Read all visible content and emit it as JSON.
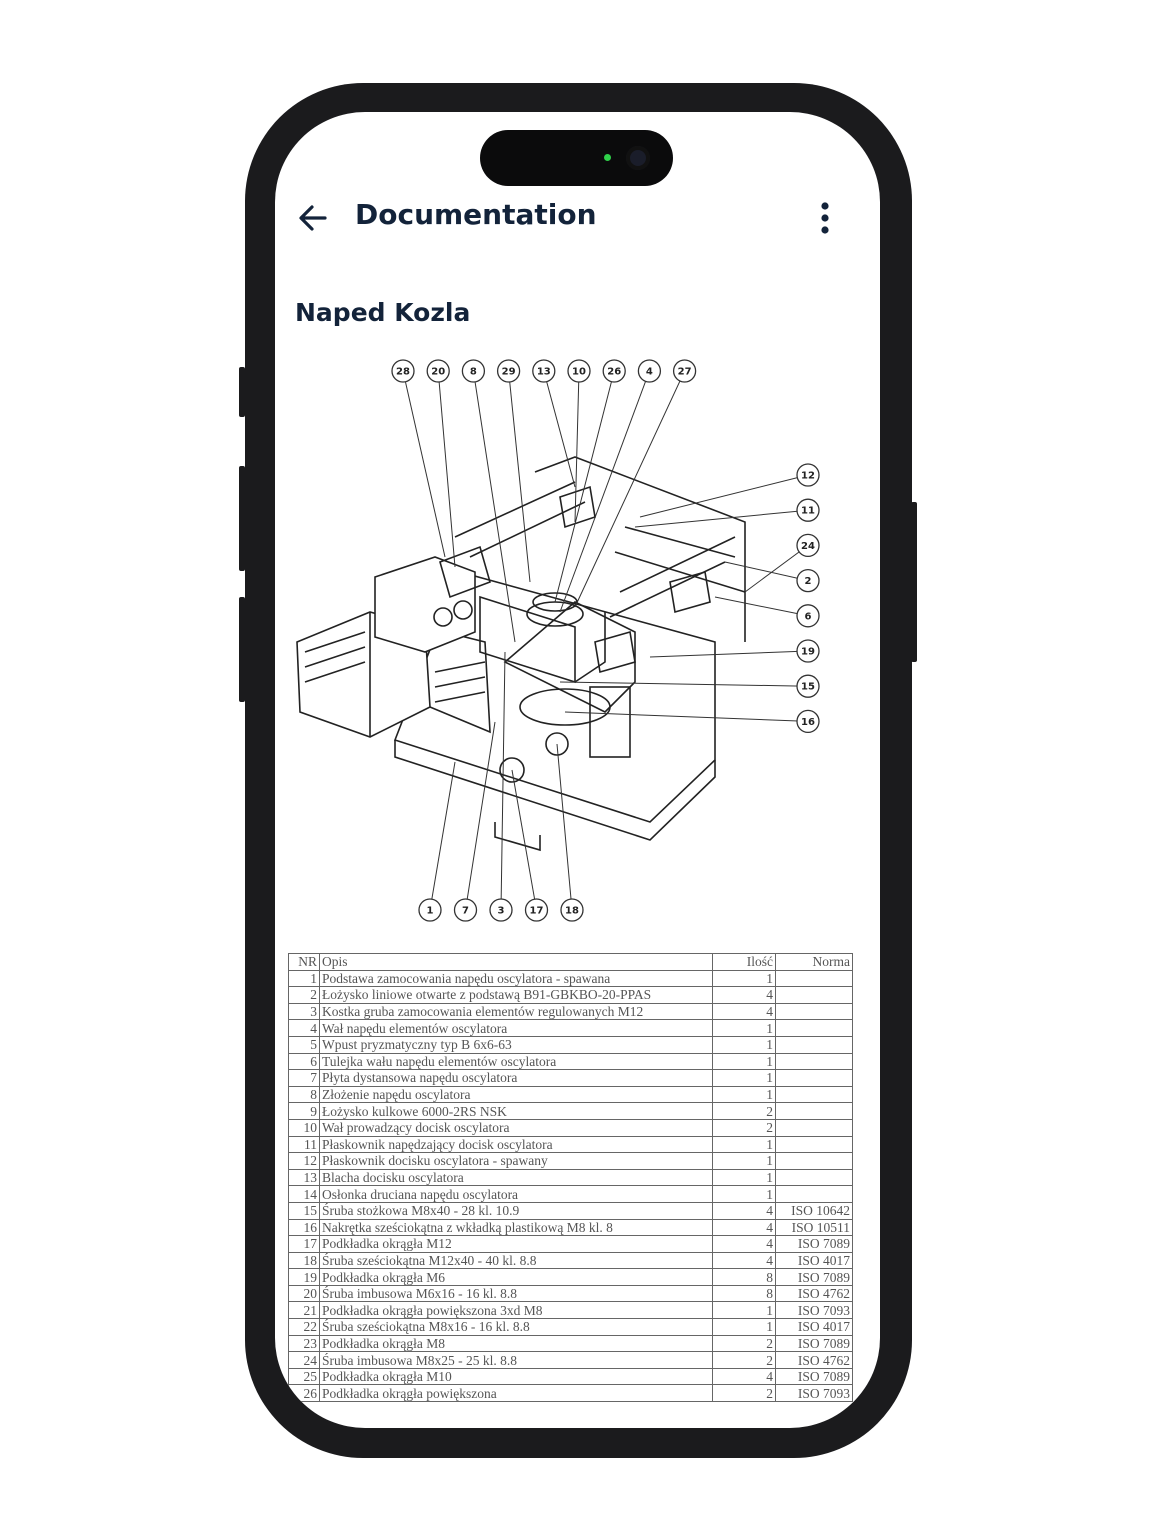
{
  "header": {
    "title": "Documentation",
    "back_icon": "arrow-left-icon",
    "more_icon": "more-vertical-icon"
  },
  "document": {
    "title": "Naped Kozla",
    "callouts": {
      "top": [
        "28",
        "20",
        "8",
        "29",
        "13",
        "10",
        "26",
        "4",
        "27"
      ],
      "right": [
        "12",
        "11",
        "24",
        "2",
        "6",
        "19",
        "15",
        "16"
      ],
      "bottom": [
        "1",
        "7",
        "3",
        "17",
        "18"
      ]
    },
    "table": {
      "headers": [
        "NR",
        "Opis",
        "Ilość",
        "Norma"
      ],
      "rows": [
        [
          "1",
          "Podstawa zamocowania napędu oscylatora - spawana",
          "1",
          ""
        ],
        [
          "2",
          "Łożysko liniowe otwarte z podstawą B91-GBKBO-20-PPAS",
          "4",
          ""
        ],
        [
          "3",
          "Kostka gruba zamocowania elementów regulowanych M12",
          "4",
          ""
        ],
        [
          "4",
          "Wał napędu elementów oscylatora",
          "1",
          ""
        ],
        [
          "5",
          "Wpust pryzmatyczny typ B 6x6-63",
          "1",
          ""
        ],
        [
          "6",
          "Tulejka wału napędu elementów oscylatora",
          "1",
          ""
        ],
        [
          "7",
          "Płyta dystansowa napędu oscylatora",
          "1",
          ""
        ],
        [
          "8",
          "Złożenie napędu oscylatora",
          "1",
          ""
        ],
        [
          "9",
          "Łożysko kulkowe 6000-2RS NSK",
          "2",
          ""
        ],
        [
          "10",
          "Wał prowadzący docisk oscylatora",
          "2",
          ""
        ],
        [
          "11",
          "Płaskownik napędzający docisk oscylatora",
          "1",
          ""
        ],
        [
          "12",
          "Płaskownik docisku oscylatora - spawany",
          "1",
          ""
        ],
        [
          "13",
          "Blacha docisku oscylatora",
          "1",
          ""
        ],
        [
          "14",
          "Osłonka druciana napędu oscylatora",
          "1",
          ""
        ],
        [
          "15",
          "Śruba stożkowa M8x40 - 28 kl. 10.9",
          "4",
          "ISO 10642"
        ],
        [
          "16",
          "Nakrętka sześciokątna z wkładką plastikową  M8 kl. 8",
          "4",
          "ISO 10511"
        ],
        [
          "17",
          "Podkładka okrągła M12",
          "4",
          "ISO 7089"
        ],
        [
          "18",
          "Śruba sześciokątna M12x40 - 40 kl. 8.8",
          "4",
          "ISO 4017"
        ],
        [
          "19",
          "Podkładka okrągła M6",
          "8",
          "ISO 7089"
        ],
        [
          "20",
          "Śruba imbusowa M6x16 - 16 kl. 8.8",
          "8",
          "ISO 4762"
        ],
        [
          "21",
          "Podkładka okrągła powiększona 3xd M8",
          "1",
          "ISO 7093"
        ],
        [
          "22",
          "Śruba sześciokątna M8x16 - 16 kl. 8.8",
          "1",
          "ISO 4017"
        ],
        [
          "23",
          "Podkładka okrągła M8",
          "2",
          "ISO 7089"
        ],
        [
          "24",
          "Śruba imbusowa M8x25 - 25 kl. 8.8",
          "2",
          "ISO 4762"
        ],
        [
          "25",
          "Podkładka okrągła M10",
          "4",
          "ISO 7089"
        ],
        [
          "26",
          "Podkładka okrągła powiększona",
          "2",
          "ISO 7093"
        ]
      ]
    }
  }
}
